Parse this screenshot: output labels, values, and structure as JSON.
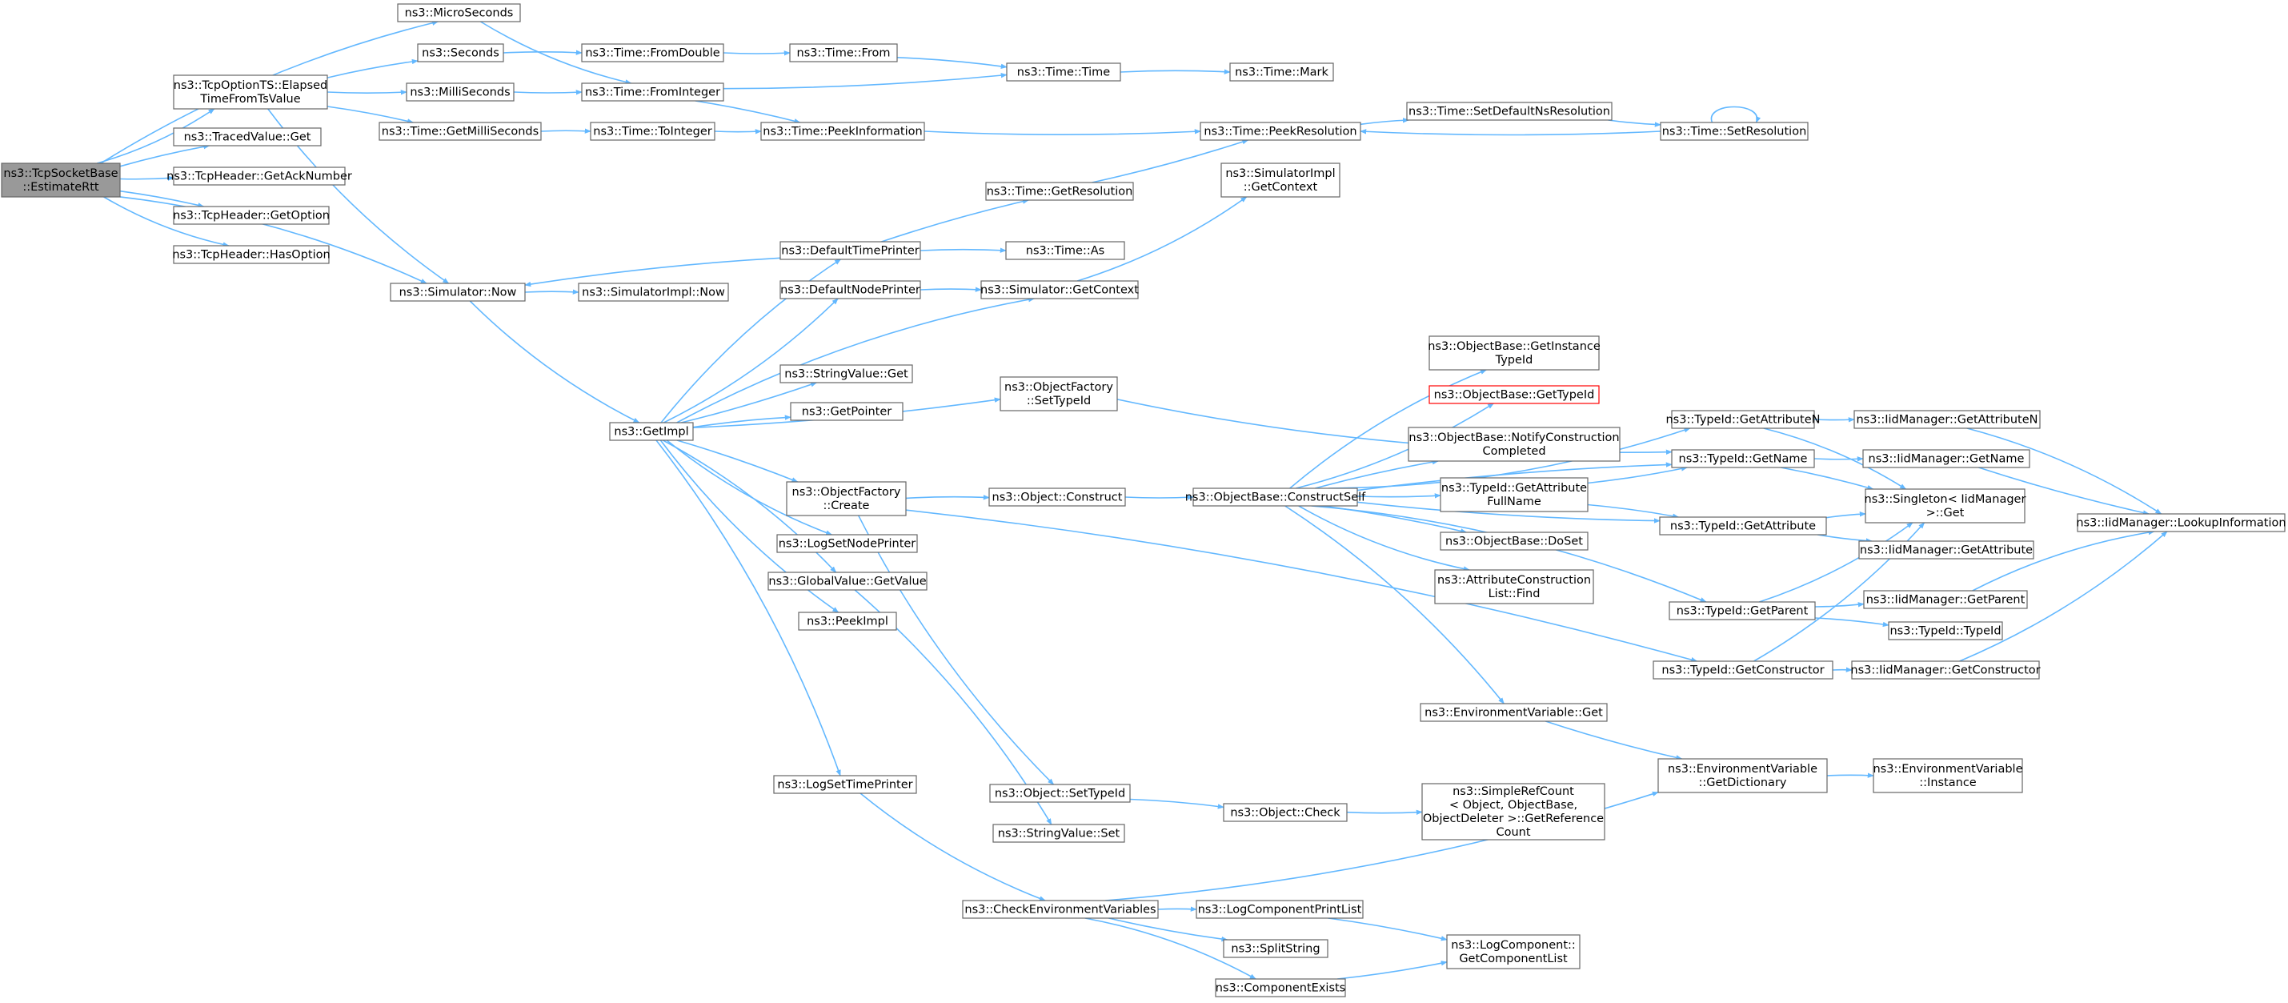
{
  "graph": {
    "edge_color": "#63b8ff",
    "node_border_color": "#666666",
    "root_fill_color": "#999999",
    "highlight_border_color": "#ff0000",
    "nodes": [
      {
        "id": "root",
        "lines": [
          "ns3::TcpSocketBase",
          "::EstimateRtt"
        ],
        "style": "root"
      },
      {
        "id": "micro",
        "lines": [
          "ns3::MicroSeconds"
        ]
      },
      {
        "id": "elapsed",
        "lines": [
          "ns3::TcpOptionTS::Elapsed",
          "TimeFromTsValue"
        ]
      },
      {
        "id": "traced",
        "lines": [
          "ns3::TracedValue::Get"
        ]
      },
      {
        "id": "ackno",
        "lines": [
          "ns3::TcpHeader::GetAckNumber"
        ]
      },
      {
        "id": "getopt",
        "lines": [
          "ns3::TcpHeader::GetOption"
        ]
      },
      {
        "id": "hasopt",
        "lines": [
          "ns3::TcpHeader::HasOption"
        ]
      },
      {
        "id": "simnow",
        "lines": [
          "ns3::Simulator::Now"
        ]
      },
      {
        "id": "seconds",
        "lines": [
          "ns3::Seconds"
        ]
      },
      {
        "id": "milli",
        "lines": [
          "ns3::MilliSeconds"
        ]
      },
      {
        "id": "getms",
        "lines": [
          "ns3::Time::GetMilliSeconds"
        ]
      },
      {
        "id": "fromdouble",
        "lines": [
          "ns3::Time::FromDouble"
        ]
      },
      {
        "id": "fromint",
        "lines": [
          "ns3::Time::FromInteger"
        ]
      },
      {
        "id": "toint",
        "lines": [
          "ns3::Time::ToInteger"
        ]
      },
      {
        "id": "from",
        "lines": [
          "ns3::Time::From"
        ]
      },
      {
        "id": "peekinfo",
        "lines": [
          "ns3::Time::PeekInformation"
        ]
      },
      {
        "id": "ttime",
        "lines": [
          "ns3::Time::Time"
        ]
      },
      {
        "id": "mark",
        "lines": [
          "ns3::Time::Mark"
        ]
      },
      {
        "id": "peekres",
        "lines": [
          "ns3::Time::PeekResolution"
        ]
      },
      {
        "id": "setdefns",
        "lines": [
          "ns3::Time::SetDefaultNsResolution"
        ]
      },
      {
        "id": "setres",
        "lines": [
          "ns3::Time::SetResolution"
        ]
      },
      {
        "id": "getres",
        "lines": [
          "ns3::Time::GetResolution"
        ]
      },
      {
        "id": "simimplctx",
        "lines": [
          "ns3::SimulatorImpl",
          "::GetContext"
        ]
      },
      {
        "id": "deftp",
        "lines": [
          "ns3::DefaultTimePrinter"
        ]
      },
      {
        "id": "tas",
        "lines": [
          "ns3::Time::As"
        ]
      },
      {
        "id": "simimplnow",
        "lines": [
          "ns3::SimulatorImpl::Now"
        ]
      },
      {
        "id": "defnp",
        "lines": [
          "ns3::DefaultNodePrinter"
        ]
      },
      {
        "id": "simctx",
        "lines": [
          "ns3::Simulator::GetContext"
        ]
      },
      {
        "id": "strget",
        "lines": [
          "ns3::StringValue::Get"
        ]
      },
      {
        "id": "getptr",
        "lines": [
          "ns3::GetPointer"
        ]
      },
      {
        "id": "getimpl",
        "lines": [
          "ns3::GetImpl"
        ]
      },
      {
        "id": "ofsettid",
        "lines": [
          "ns3::ObjectFactory",
          "::SetTypeId"
        ]
      },
      {
        "id": "ofcreate",
        "lines": [
          "ns3::ObjectFactory",
          "::Create"
        ]
      },
      {
        "id": "objconstruct",
        "lines": [
          "ns3::Object::Construct"
        ]
      },
      {
        "id": "obconstructself",
        "lines": [
          "ns3::ObjectBase::ConstructSelf"
        ]
      },
      {
        "id": "lognp",
        "lines": [
          "ns3::LogSetNodePrinter"
        ]
      },
      {
        "id": "gvget",
        "lines": [
          "ns3::GlobalValue::GetValue"
        ]
      },
      {
        "id": "peekimpl",
        "lines": [
          "ns3::PeekImpl"
        ]
      },
      {
        "id": "logtp",
        "lines": [
          "ns3::LogSetTimePrinter"
        ]
      },
      {
        "id": "objsettid",
        "lines": [
          "ns3::Object::SetTypeId"
        ]
      },
      {
        "id": "strset",
        "lines": [
          "ns3::StringValue::Set"
        ]
      },
      {
        "id": "objcheck",
        "lines": [
          "ns3::Object::Check"
        ]
      },
      {
        "id": "checkenv",
        "lines": [
          "ns3::CheckEnvironmentVariables"
        ]
      },
      {
        "id": "logprint",
        "lines": [
          "ns3::LogComponentPrintList"
        ]
      },
      {
        "id": "split",
        "lines": [
          "ns3::SplitString"
        ]
      },
      {
        "id": "compexists",
        "lines": [
          "ns3::ComponentExists"
        ]
      },
      {
        "id": "getcomplist",
        "lines": [
          "ns3::LogComponent::",
          "GetComponentList"
        ]
      },
      {
        "id": "simplerefcount",
        "lines": [
          "ns3::SimpleRefCount",
          "< Object, ObjectBase,",
          "ObjectDeleter >::GetReference",
          "Count"
        ]
      },
      {
        "id": "obgetinst",
        "lines": [
          "ns3::ObjectBase::GetInstance",
          "TypeId"
        ]
      },
      {
        "id": "obgettid",
        "lines": [
          "ns3::ObjectBase::GetTypeId"
        ],
        "style": "red"
      },
      {
        "id": "obnotify",
        "lines": [
          "ns3::ObjectBase::NotifyConstruction",
          "Completed"
        ]
      },
      {
        "id": "tidgetattrfull",
        "lines": [
          "ns3::TypeId::GetAttribute",
          "FullName"
        ]
      },
      {
        "id": "obdoset",
        "lines": [
          "ns3::ObjectBase::DoSet"
        ]
      },
      {
        "id": "acfind",
        "lines": [
          "ns3::AttributeConstruction",
          "List::Find"
        ]
      },
      {
        "id": "envget",
        "lines": [
          "ns3::EnvironmentVariable::Get"
        ]
      },
      {
        "id": "tidgetattrn",
        "lines": [
          "ns3::TypeId::GetAttributeN"
        ]
      },
      {
        "id": "tidgetname",
        "lines": [
          "ns3::TypeId::GetName"
        ]
      },
      {
        "id": "tidgetattr",
        "lines": [
          "ns3::TypeId::GetAttribute"
        ]
      },
      {
        "id": "tidgetparent",
        "lines": [
          "ns3::TypeId::GetParent"
        ]
      },
      {
        "id": "tidgetctor",
        "lines": [
          "ns3::TypeId::GetConstructor"
        ]
      },
      {
        "id": "envgetdict",
        "lines": [
          "ns3::EnvironmentVariable",
          "::GetDictionary"
        ]
      },
      {
        "id": "iidgetattrn",
        "lines": [
          "ns3::IidManager::GetAttributeN"
        ]
      },
      {
        "id": "iidgetname",
        "lines": [
          "ns3::IidManager::GetName"
        ]
      },
      {
        "id": "singleton",
        "lines": [
          "ns3::Singleton< IidManager",
          ">::Get"
        ]
      },
      {
        "id": "iidgetattr",
        "lines": [
          "ns3::IidManager::GetAttribute"
        ]
      },
      {
        "id": "iidgetparent",
        "lines": [
          "ns3::IidManager::GetParent"
        ]
      },
      {
        "id": "tidtid",
        "lines": [
          "ns3::TypeId::TypeId"
        ]
      },
      {
        "id": "iidgetctor",
        "lines": [
          "ns3::IidManager::GetConstructor"
        ]
      },
      {
        "id": "envinst",
        "lines": [
          "ns3::EnvironmentVariable",
          "::Instance"
        ]
      },
      {
        "id": "iidlookup",
        "lines": [
          "ns3::IidManager::LookupInformation"
        ]
      }
    ],
    "edges": [
      [
        "root",
        "micro"
      ],
      [
        "root",
        "elapsed"
      ],
      [
        "root",
        "traced"
      ],
      [
        "root",
        "ackno"
      ],
      [
        "root",
        "getopt"
      ],
      [
        "root",
        "hasopt"
      ],
      [
        "root",
        "simnow"
      ],
      [
        "micro",
        "fromint"
      ],
      [
        "elapsed",
        "seconds"
      ],
      [
        "elapsed",
        "milli"
      ],
      [
        "elapsed",
        "getms"
      ],
      [
        "elapsed",
        "simnow"
      ],
      [
        "seconds",
        "fromdouble"
      ],
      [
        "milli",
        "fromint"
      ],
      [
        "getms",
        "toint"
      ],
      [
        "fromdouble",
        "from"
      ],
      [
        "from",
        "ttime"
      ],
      [
        "fromint",
        "ttime"
      ],
      [
        "fromint",
        "peekinfo"
      ],
      [
        "toint",
        "peekinfo"
      ],
      [
        "ttime",
        "mark"
      ],
      [
        "peekinfo",
        "peekres"
      ],
      [
        "peekres",
        "setdefns"
      ],
      [
        "setdefns",
        "setres"
      ],
      [
        "setres",
        "peekres"
      ],
      [
        "setres",
        "setres"
      ],
      [
        "simnow",
        "simimplnow"
      ],
      [
        "simnow",
        "getimpl"
      ],
      [
        "deftp",
        "getres"
      ],
      [
        "getres",
        "peekres"
      ],
      [
        "deftp",
        "tas"
      ],
      [
        "deftp",
        "simnow"
      ],
      [
        "defnp",
        "simctx"
      ],
      [
        "simctx",
        "simimplctx"
      ],
      [
        "getimpl",
        "deftp"
      ],
      [
        "getimpl",
        "defnp"
      ],
      [
        "getimpl",
        "simctx"
      ],
      [
        "getimpl",
        "strget"
      ],
      [
        "getimpl",
        "getptr"
      ],
      [
        "getimpl",
        "ofsettid"
      ],
      [
        "getimpl",
        "ofcreate"
      ],
      [
        "getimpl",
        "lognp"
      ],
      [
        "getimpl",
        "gvget"
      ],
      [
        "getimpl",
        "peekimpl"
      ],
      [
        "getimpl",
        "logtp"
      ],
      [
        "ofsettid",
        "tidgetname"
      ],
      [
        "ofcreate",
        "objconstruct"
      ],
      [
        "ofcreate",
        "objsettid"
      ],
      [
        "ofcreate",
        "tidgetctor"
      ],
      [
        "objconstruct",
        "obconstructself"
      ],
      [
        "gvget",
        "strset"
      ],
      [
        "logtp",
        "checkenv"
      ],
      [
        "objsettid",
        "objcheck"
      ],
      [
        "objcheck",
        "simplerefcount"
      ],
      [
        "checkenv",
        "logprint"
      ],
      [
        "checkenv",
        "split"
      ],
      [
        "checkenv",
        "compexists"
      ],
      [
        "checkenv",
        "envgetdict"
      ],
      [
        "logprint",
        "getcomplist"
      ],
      [
        "compexists",
        "getcomplist"
      ],
      [
        "obconstructself",
        "obgetinst"
      ],
      [
        "obconstructself",
        "obgettid"
      ],
      [
        "obconstructself",
        "obnotify"
      ],
      [
        "obconstructself",
        "tidgetattrfull"
      ],
      [
        "obconstructself",
        "obdoset"
      ],
      [
        "obconstructself",
        "acfind"
      ],
      [
        "obconstructself",
        "envget"
      ],
      [
        "obconstructself",
        "tidgetattrn"
      ],
      [
        "obconstructself",
        "tidgetname"
      ],
      [
        "obconstructself",
        "tidgetattr"
      ],
      [
        "obconstructself",
        "tidgetparent"
      ],
      [
        "tidgetattrfull",
        "tidgetname"
      ],
      [
        "tidgetattrfull",
        "tidgetattr"
      ],
      [
        "envget",
        "envgetdict"
      ],
      [
        "envgetdict",
        "envinst"
      ],
      [
        "tidgetattrn",
        "iidgetattrn"
      ],
      [
        "tidgetattrn",
        "singleton"
      ],
      [
        "tidgetname",
        "iidgetname"
      ],
      [
        "tidgetname",
        "singleton"
      ],
      [
        "tidgetattr",
        "iidgetattr"
      ],
      [
        "tidgetattr",
        "singleton"
      ],
      [
        "tidgetparent",
        "iidgetparent"
      ],
      [
        "tidgetparent",
        "tidtid"
      ],
      [
        "tidgetparent",
        "singleton"
      ],
      [
        "tidgetctor",
        "iidgetctor"
      ],
      [
        "tidgetctor",
        "singleton"
      ],
      [
        "iidgetattrn",
        "iidlookup"
      ],
      [
        "iidgetname",
        "iidlookup"
      ],
      [
        "iidgetparent",
        "iidlookup"
      ],
      [
        "iidgetctor",
        "iidlookup"
      ]
    ]
  }
}
